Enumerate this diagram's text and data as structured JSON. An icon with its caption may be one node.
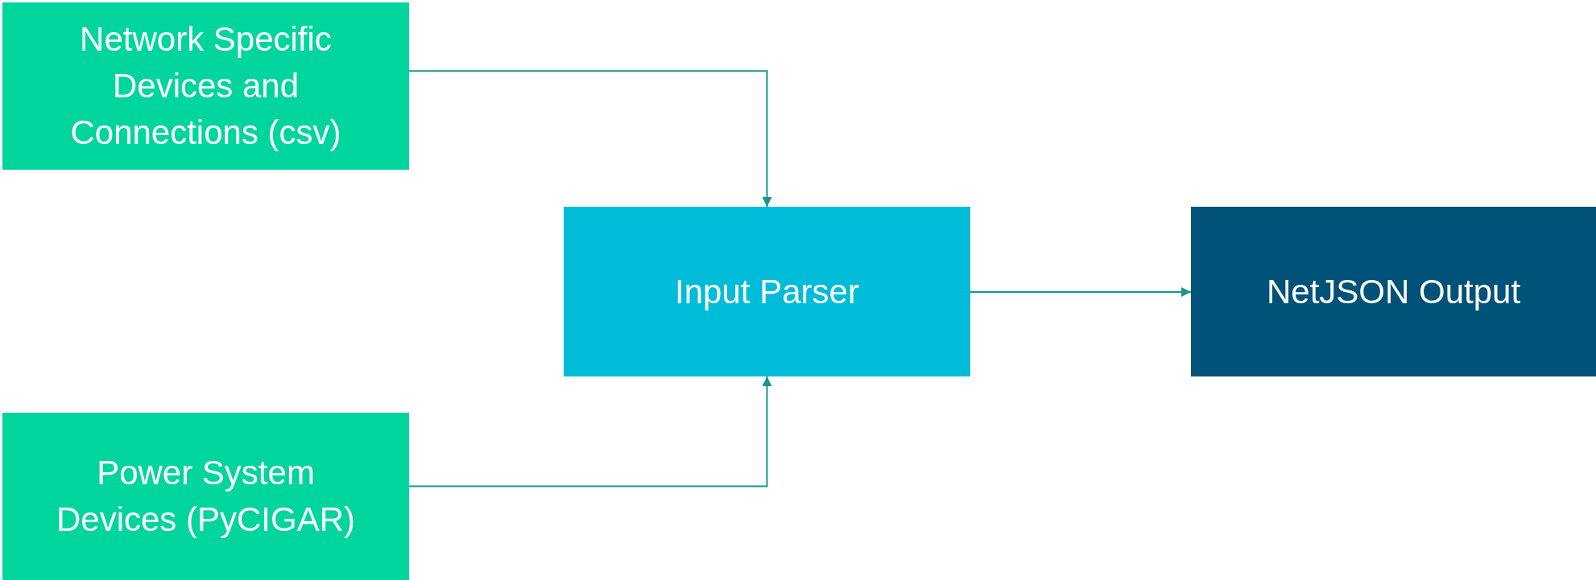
{
  "diagram": {
    "nodes": [
      {
        "text": [
          "Network Specific Devices and Connections (csv)"
        ]
      },
      {
        "text": [
          "Power System Devices (PyCIGAR)"
        ]
      },
      {
        "text": [
          "Input Parser"
        ]
      },
      {
        "text": [
          "NetJSON Output"
        ]
      }
    ],
    "edges": [
      {
        "from": 0,
        "to": 2,
        "arrow": "to"
      },
      {
        "from": 1,
        "to": 2,
        "arrow": "to"
      },
      {
        "from": 2,
        "to": 3,
        "arrow": "to"
      }
    ]
  }
}
